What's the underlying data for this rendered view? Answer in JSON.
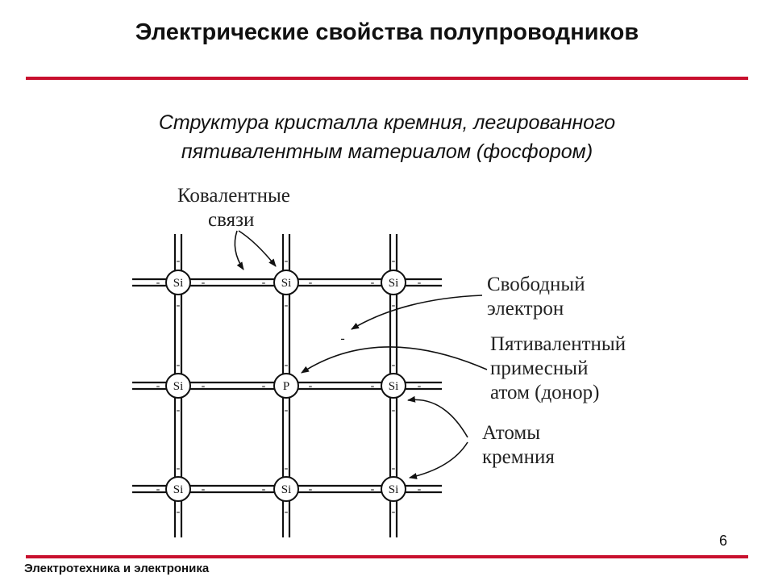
{
  "slide": {
    "title": "Электрические свойства полупроводников",
    "subtitle_line1": "Структура кристалла кремния, легированного",
    "subtitle_line2": "пятивалентным материалом (фосфором)",
    "page_number": "6",
    "footer": "Электротехника и электроника"
  },
  "diagram": {
    "atoms": [
      [
        "Si",
        "Si",
        "Si"
      ],
      [
        "Si",
        "P",
        "Si"
      ],
      [
        "Si",
        "Si",
        "Si"
      ]
    ],
    "electron_mark": "-",
    "labels": {
      "covalent_line1": "Ковалентные",
      "covalent_line2": "связи",
      "free_electron_line1": "Свободный",
      "free_electron_line2": "электрон",
      "donor_line1": "Пятивалентный",
      "donor_line2": "примесный",
      "donor_line3": "атом (донор)",
      "silicon_line1": "Атомы",
      "silicon_line2": "кремния"
    }
  }
}
